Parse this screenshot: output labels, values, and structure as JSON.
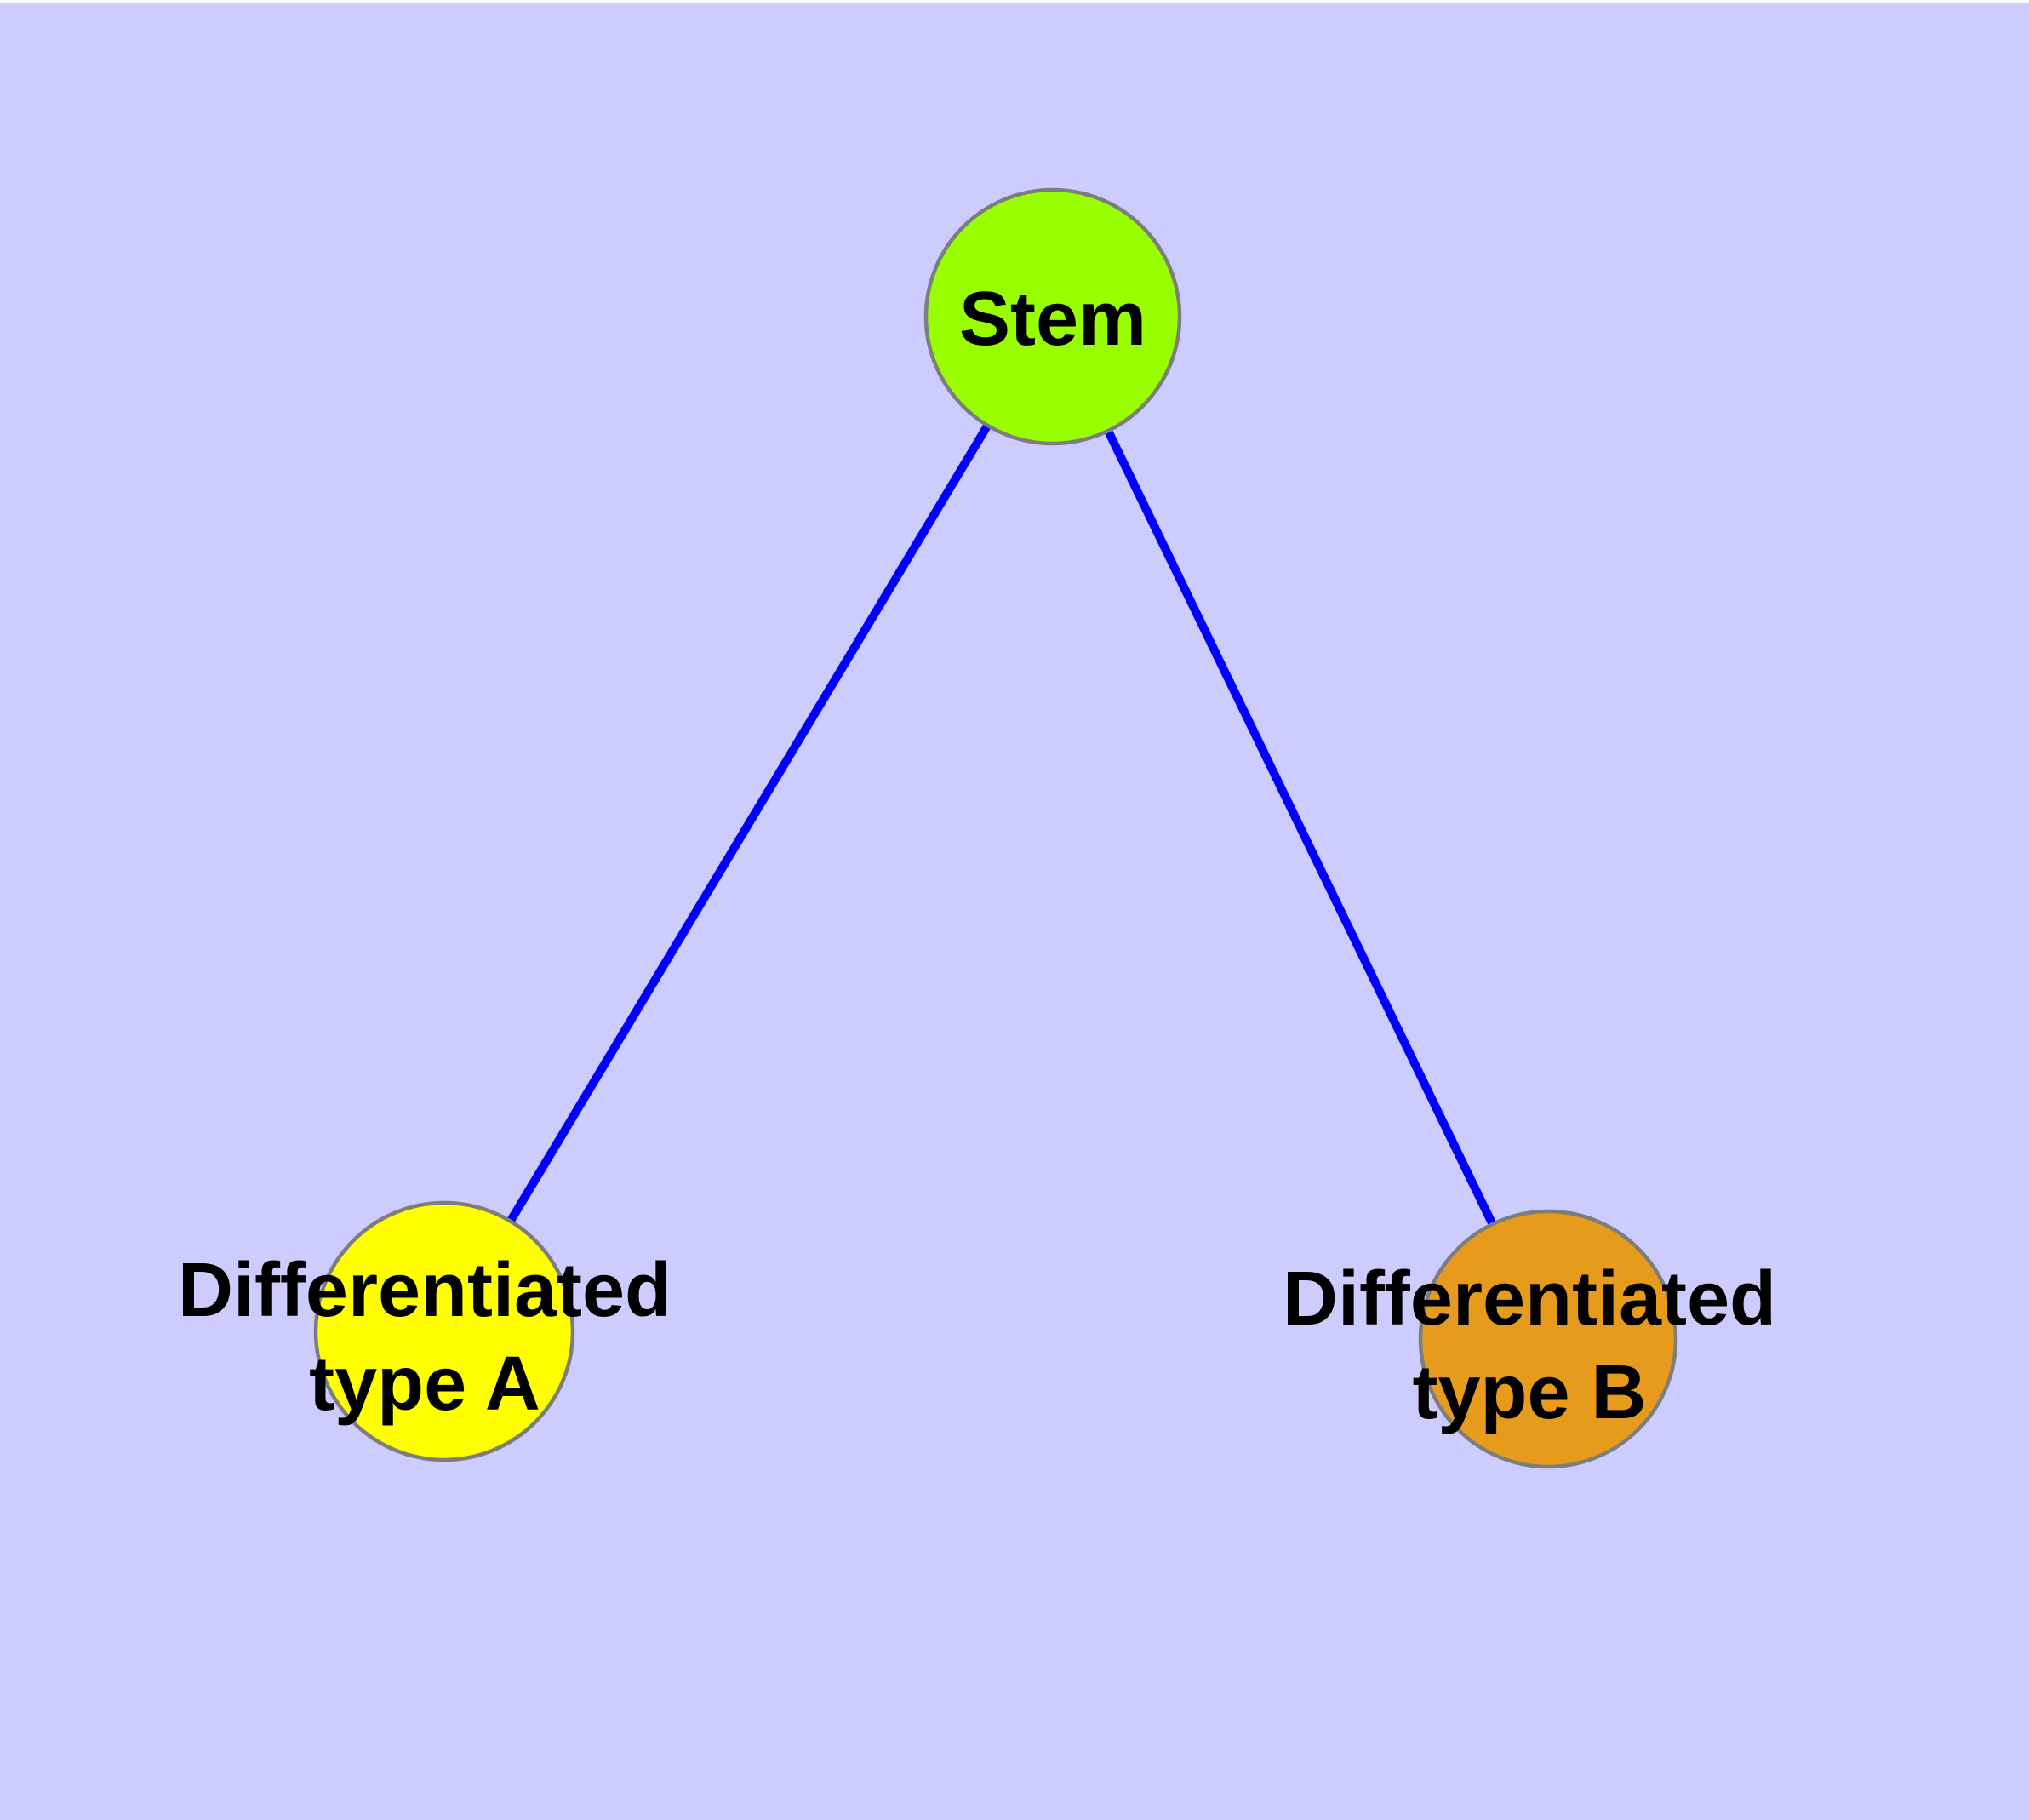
{
  "canvas": {
    "background": "#CCCCFF",
    "top_border": "#FFFFFF"
  },
  "graph": {
    "edge_color": "#0000FF",
    "node_border_color": "#7D7D7D",
    "label_color": "#000000",
    "nodes": [
      {
        "label": "Stem",
        "fill": "#99FF00"
      },
      {
        "lines": [
          "Differentiated",
          "type A"
        ],
        "fill": "#FFFF00"
      },
      {
        "lines": [
          "Differentiated",
          "type B"
        ],
        "fill": "#E69B1C"
      }
    ],
    "edges": [
      {
        "from": "Stem",
        "to": "Differentiated type A"
      },
      {
        "from": "Stem",
        "to": "Differentiated type B"
      }
    ]
  }
}
